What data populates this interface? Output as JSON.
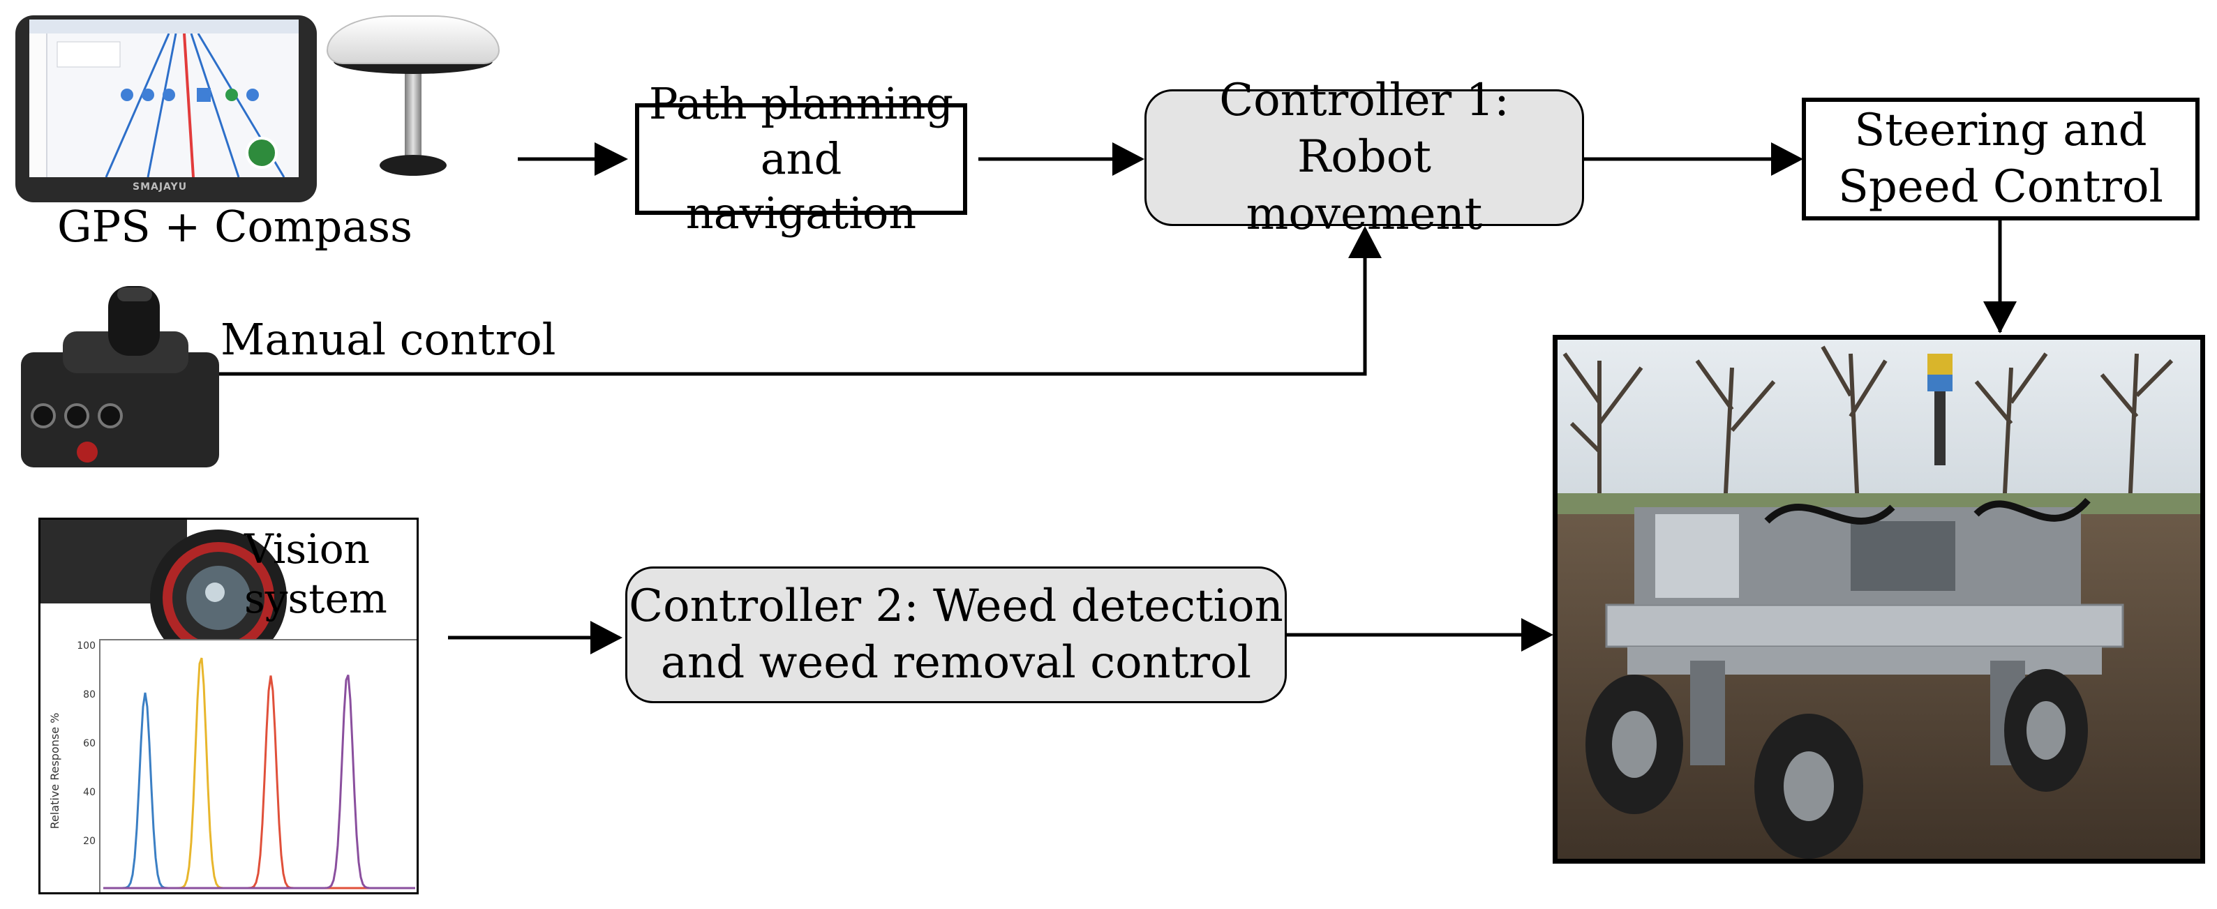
{
  "sources": {
    "gps_label": "GPS + Compass",
    "manual_label": "Manual control",
    "vision_label_line1": "Vision",
    "vision_label_line2": "system",
    "tablet_brand": "SMAJAYU"
  },
  "nodes": {
    "path_planning": {
      "line1": "Path planning",
      "line2": "and navigation"
    },
    "controller1": {
      "line1": "Controller 1: Robot",
      "line2": "movement"
    },
    "steering": {
      "line1": "Steering and",
      "line2": "Speed Control"
    },
    "controller2": {
      "line1": "Controller 2: Weed detection",
      "line2": "and weed removal control"
    }
  },
  "spectrum_plot": {
    "ylabel": "Relative Response %",
    "yticks": [
      "100",
      "80",
      "60",
      "40",
      "20"
    ],
    "series_colors": [
      "#3b7fc4",
      "#e8b62c",
      "#e0503a",
      "#8a4f9e"
    ]
  },
  "colors": {
    "rounded_fill": "#e4e4e4",
    "stroke": "#000000"
  }
}
